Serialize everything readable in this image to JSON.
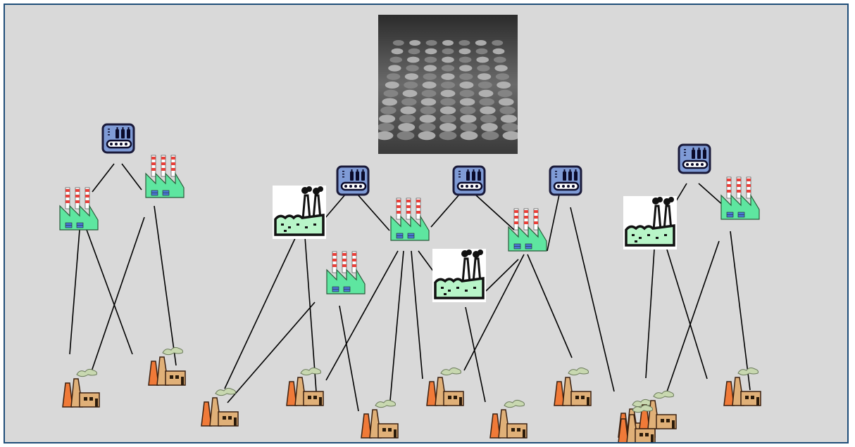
{
  "canvas": {
    "background": "#d9d9d9",
    "border_color": "#1f4e79"
  },
  "photo": {
    "icon": "factory-floor-photo",
    "style": "black-and-white photograph of rows of manufacturing machines"
  },
  "legend_of_icons": {
    "conveyor-icon": "blue tile with bottles on a conveyor belt",
    "green-plant-icon": "green factory with red-white striped chimneys",
    "smoke-factory-icon": "green factory with black smoking chimneys on white card",
    "orange-plant-icon": "tan/orange factory with tall chimneys and smoke"
  },
  "nodes": [
    {
      "id": "c1",
      "icon": "conveyor-icon"
    },
    {
      "id": "c2",
      "icon": "conveyor-icon"
    },
    {
      "id": "c3",
      "icon": "conveyor-icon"
    },
    {
      "id": "c4",
      "icon": "conveyor-icon"
    },
    {
      "id": "c5",
      "icon": "conveyor-icon"
    },
    {
      "id": "g1",
      "icon": "green-plant-icon"
    },
    {
      "id": "g2",
      "icon": "green-plant-icon"
    },
    {
      "id": "g3",
      "icon": "green-plant-icon"
    },
    {
      "id": "g4",
      "icon": "green-plant-icon"
    },
    {
      "id": "g5",
      "icon": "green-plant-icon"
    },
    {
      "id": "g6",
      "icon": "green-plant-icon"
    },
    {
      "id": "s1",
      "icon": "smoke-factory-icon"
    },
    {
      "id": "s2",
      "icon": "smoke-factory-icon"
    },
    {
      "id": "s3",
      "icon": "smoke-factory-icon"
    },
    {
      "id": "o1",
      "icon": "orange-plant-icon"
    },
    {
      "id": "o2",
      "icon": "orange-plant-icon"
    },
    {
      "id": "o3",
      "icon": "orange-plant-icon"
    },
    {
      "id": "o4",
      "icon": "orange-plant-icon"
    },
    {
      "id": "o5",
      "icon": "orange-plant-icon"
    },
    {
      "id": "o6",
      "icon": "orange-plant-icon"
    },
    {
      "id": "o7",
      "icon": "orange-plant-icon"
    },
    {
      "id": "o8",
      "icon": "orange-plant-icon"
    },
    {
      "id": "o9",
      "icon": "orange-plant-icon"
    },
    {
      "id": "o10",
      "icon": "orange-plant-icon"
    },
    {
      "id": "o11",
      "icon": "orange-plant-icon"
    },
    {
      "id": "o12",
      "icon": "orange-plant-icon"
    }
  ],
  "edges": [
    [
      "c1",
      "g1"
    ],
    [
      "c1",
      "g2"
    ],
    [
      "g1",
      "o1"
    ],
    [
      "g1",
      "o2"
    ],
    [
      "g2",
      "o1"
    ],
    [
      "g2",
      "o2"
    ],
    [
      "c2",
      "s1"
    ],
    [
      "c2",
      "g3"
    ],
    [
      "c3",
      "g3"
    ],
    [
      "c3",
      "g5"
    ],
    [
      "c4",
      "g5"
    ],
    [
      "c4",
      "o12"
    ],
    [
      "c5",
      "s3"
    ],
    [
      "c5",
      "g6"
    ],
    [
      "s1",
      "o3"
    ],
    [
      "s1",
      "o4"
    ],
    [
      "g4",
      "o3"
    ],
    [
      "g4",
      "o5"
    ],
    [
      "g3",
      "o4"
    ],
    [
      "g3",
      "o6"
    ],
    [
      "g3",
      "o7"
    ],
    [
      "g3",
      "s2"
    ],
    [
      "s2",
      "o8"
    ],
    [
      "s2",
      "g5"
    ],
    [
      "g5",
      "o6"
    ],
    [
      "g5",
      "o9"
    ],
    [
      "s3",
      "o10"
    ],
    [
      "s3",
      "o11"
    ],
    [
      "g6",
      "o10"
    ],
    [
      "g6",
      "o11"
    ]
  ]
}
